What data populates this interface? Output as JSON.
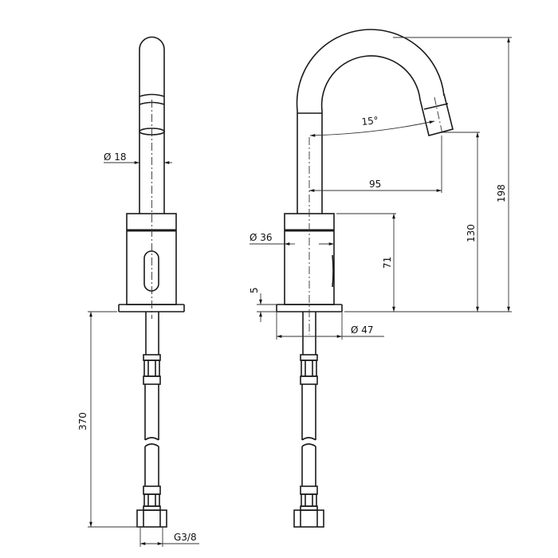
{
  "drawing": {
    "front_view": {
      "dim_spout_diameter": "Ø 18",
      "dim_hose_length": "370",
      "dim_connection": "G3/8"
    },
    "side_view": {
      "dim_angle": "15°",
      "dim_reach": "95",
      "dim_total_height": "198",
      "dim_outlet_height": "130",
      "dim_body_height": "71",
      "dim_body_diameter": "Ø 36",
      "dim_base_thickness": "5",
      "dim_base_diameter": "Ø 47"
    }
  }
}
